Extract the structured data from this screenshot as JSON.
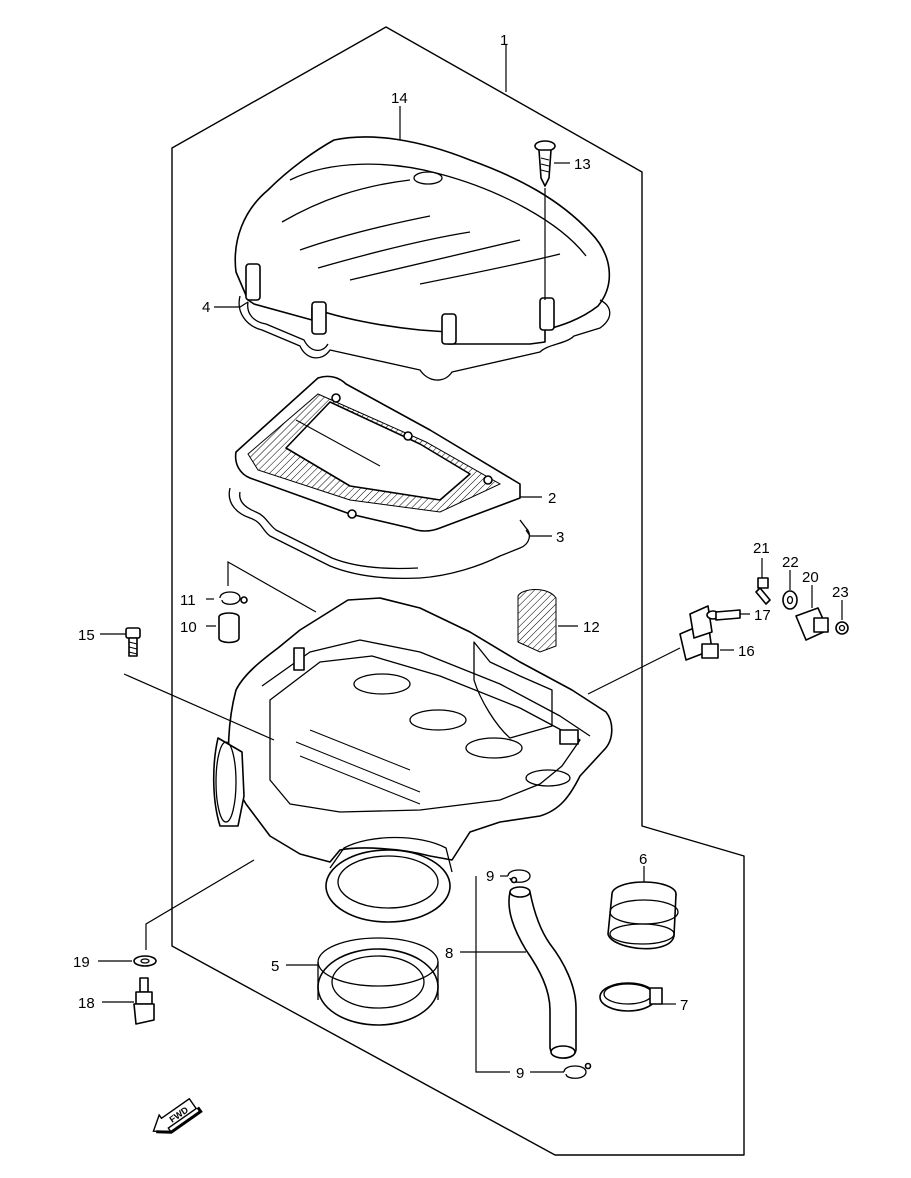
{
  "callouts": [
    {
      "id": "c1",
      "label": "1"
    },
    {
      "id": "c2",
      "label": "2"
    },
    {
      "id": "c3",
      "label": "3"
    },
    {
      "id": "c4",
      "label": "4"
    },
    {
      "id": "c5",
      "label": "5"
    },
    {
      "id": "c6",
      "label": "6"
    },
    {
      "id": "c7",
      "label": "7"
    },
    {
      "id": "c8",
      "label": "8"
    },
    {
      "id": "c9a",
      "label": "9"
    },
    {
      "id": "c9b",
      "label": "9"
    },
    {
      "id": "c10",
      "label": "10"
    },
    {
      "id": "c11",
      "label": "11"
    },
    {
      "id": "c12",
      "label": "12"
    },
    {
      "id": "c13",
      "label": "13"
    },
    {
      "id": "c14",
      "label": "14"
    },
    {
      "id": "c15",
      "label": "15"
    },
    {
      "id": "c16",
      "label": "16"
    },
    {
      "id": "c17",
      "label": "17"
    },
    {
      "id": "c18",
      "label": "18"
    },
    {
      "id": "c19",
      "label": "19"
    },
    {
      "id": "c20",
      "label": "20"
    },
    {
      "id": "c21",
      "label": "21"
    },
    {
      "id": "c22",
      "label": "22"
    },
    {
      "id": "c23",
      "label": "23"
    }
  ],
  "fwd_label": "FWD",
  "colors": {
    "line": "#000000",
    "background": "#ffffff"
  }
}
